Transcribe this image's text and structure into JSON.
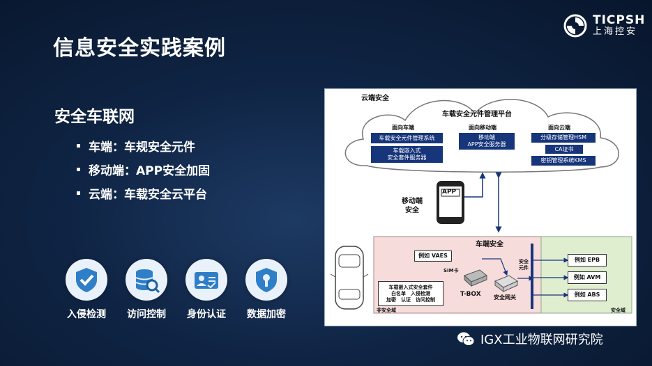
{
  "page": {
    "title": "信息安全实践案例"
  },
  "logo": {
    "en": "TICPSH",
    "cn": "上海控安"
  },
  "section": {
    "subtitle": "安全车联网",
    "bullets": [
      "车端：车规安全元件",
      "移动端：APP安全加固",
      "云端：车载安全云平台"
    ]
  },
  "features": [
    {
      "label": "入侵检测",
      "icon": "shield-check-icon"
    },
    {
      "label": "访问控制",
      "icon": "database-search-icon"
    },
    {
      "label": "身份认证",
      "icon": "id-card-icon"
    },
    {
      "label": "数据加密",
      "icon": "lock-shield-icon"
    }
  ],
  "diagram": {
    "cloud_label": "云端安全",
    "cloud_title": "车载安全元件管理平台",
    "vehicle_col": {
      "header": "面向车端",
      "items": [
        "车载安全元件管理系统",
        "车载嵌入式\n安全套件服务器"
      ]
    },
    "mobile_col": {
      "header": "面向移动端",
      "items": [
        "移动端\nAPP安全服务器"
      ]
    },
    "cloud_col": {
      "header": "面向云端",
      "items": [
        "分级存储管理HSM",
        "CA证书",
        "密钥管理系统KMS"
      ]
    },
    "app_icon_text": "APP",
    "mobile_security": "移动端\n安全",
    "car_security": "车端安全",
    "vaes": "例如 VAES",
    "sim": "SIM卡",
    "tbox": "T-BOX",
    "gateway": "安全网关",
    "secure_element": "安全\n元件",
    "embedded_suite": "车载嵌入式安全套件\n白名单　入侵检测\n加密　认证　访问控制",
    "non_secure_domain": "非安全域",
    "secure_domain": "安全域",
    "ecus": [
      "例如 EPB",
      "例如 AVM",
      "例如 ABS"
    ]
  },
  "watermark": {
    "text": "IGX工业物联网研究院"
  },
  "colors": {
    "background": "#0f2444",
    "accent": "#16357a",
    "car_zone": "#f7dcdc",
    "secure_zone": "#dfeecf"
  }
}
